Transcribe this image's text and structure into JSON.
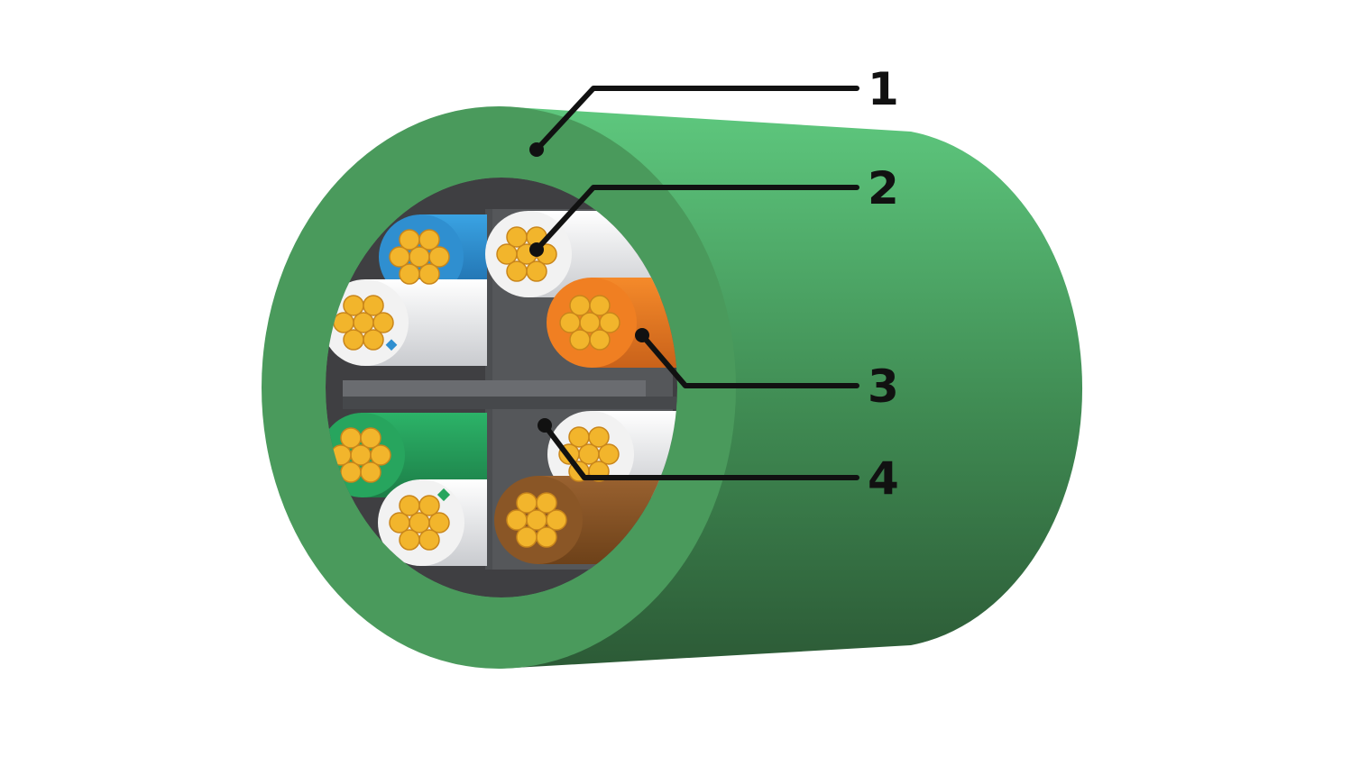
{
  "colors": {
    "background": "#ffffff",
    "jacket_light": "#5cc57c",
    "jacket_dark": "#2d5e38",
    "jacket_face": "#4a9a5c",
    "inner_dark": "#3f3f42",
    "separator": "#56585b",
    "copper": "#f2b52c",
    "copper_edge": "#c9861b",
    "leader": "#111111"
  },
  "callouts": [
    {
      "number": "1",
      "target": "outer-jacket"
    },
    {
      "number": "2",
      "target": "copper-conductor"
    },
    {
      "number": "3",
      "target": "pair-insulation"
    },
    {
      "number": "4",
      "target": "cross-separator"
    }
  ],
  "pairs": [
    {
      "name": "blue-pair",
      "colored": "#2f8fd0",
      "stripe": "#2f8fd0"
    },
    {
      "name": "orange-pair",
      "colored": "#f07f22",
      "stripe": "#f07f22"
    },
    {
      "name": "green-pair",
      "colored": "#27a55e",
      "stripe": "#27a55e"
    },
    {
      "name": "brown-pair",
      "colored": "#8a5626",
      "stripe": "#8a5626"
    }
  ]
}
